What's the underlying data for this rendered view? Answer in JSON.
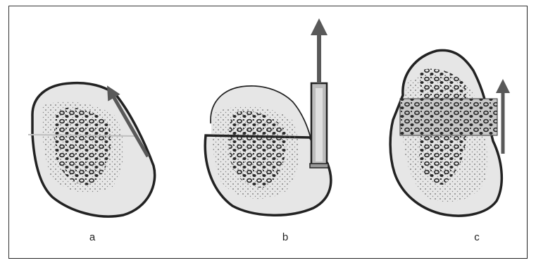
{
  "labels": {
    "a": "a",
    "b": "b",
    "c": "c"
  },
  "colors": {
    "bone_outline": "#222222",
    "bone_fill": "#e6e6e6",
    "trabecular": "#2a2a2a",
    "arrow": "#595959",
    "syringe": "#bdbdbd"
  }
}
